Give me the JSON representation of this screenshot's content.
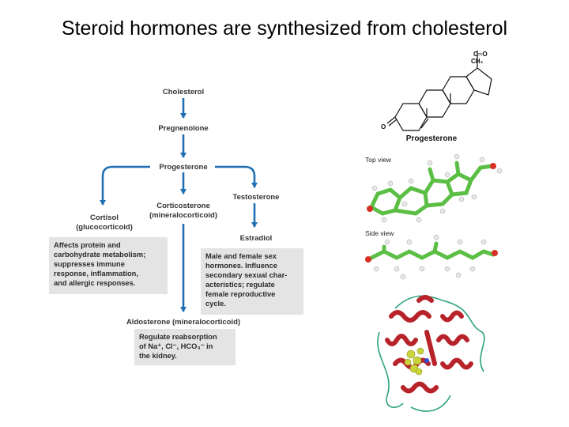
{
  "title": "Steroid hormones are synthesized from cholesterol",
  "pathway": {
    "cholesterol": "Cholesterol",
    "pregnenolone": "Pregnenolone",
    "progesterone": "Progesterone",
    "cortisol": [
      "Cortisol",
      "(glucocorticoid)"
    ],
    "corticosterone": [
      "Corticosterone",
      "(mineralocorticoid)"
    ],
    "testosterone": "Testosterone",
    "estradiol": "Estradiol",
    "aldosterone": "Aldosterone (mineralocorticoid)"
  },
  "boxes": {
    "cortisol_effects": "Affects protein and\ncarbohydrate metabolism;\nsuppresses immune\nresponse, inflammation,\nand allergic responses.",
    "sex_hormone_effects": "Male and female sex\nhormones. Influence\nsecondary sexual char-\nacteristics; regulate\nfemale reproductive\ncycle.",
    "aldosterone_effects": "Regulate reabsorption\nof Na⁺, Cl⁻, HCO₃⁻ in\nthe kidney."
  },
  "structure": {
    "name": "Progesterone",
    "ch3": "CH₃",
    "c_eq_o": "C═O",
    "o_label": "O"
  },
  "views": {
    "top": "Top view",
    "side": "Side view"
  },
  "colors": {
    "arrow": "#1f6fb3",
    "box": "#e4e4e4",
    "carbon": "#5cbf45",
    "oxygen": "#d93025",
    "hydrogen": "#e8e8e8",
    "helix": "#b8232a",
    "loop": "#2aa37a",
    "ligand": "#c9d33a"
  }
}
